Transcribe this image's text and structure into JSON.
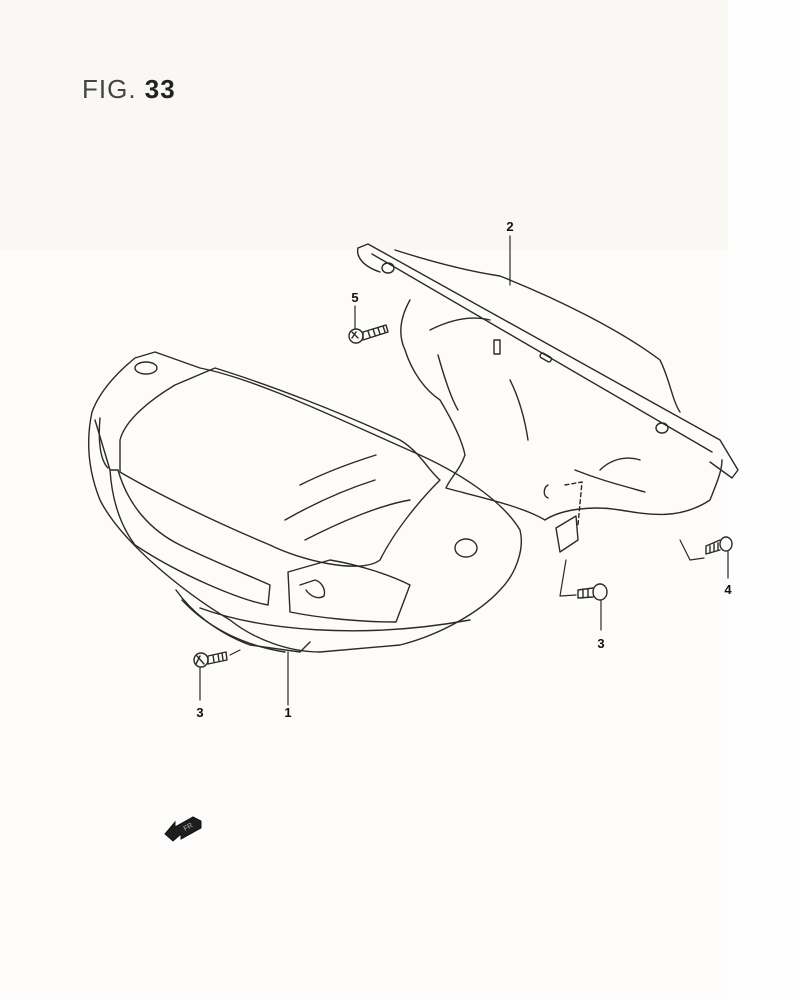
{
  "figure": {
    "prefix": "FIG.",
    "number": "33"
  },
  "callouts": [
    {
      "label": "2",
      "part": "inner cover / meter panel"
    },
    {
      "label": "5",
      "part": "tapping screw (upper)"
    },
    {
      "label": "4",
      "part": "tapping screw (right)"
    },
    {
      "label": "3",
      "part": "bolt (center)"
    },
    {
      "label": "3",
      "part": "screw (left)"
    },
    {
      "label": "1",
      "part": "handlebar front cover"
    }
  ],
  "front_indicator": {
    "label": "FR",
    "icon": "front-direction-arrow-icon"
  },
  "colors": {
    "line": "#2a2a2a",
    "paper": "#fdfcfa"
  }
}
